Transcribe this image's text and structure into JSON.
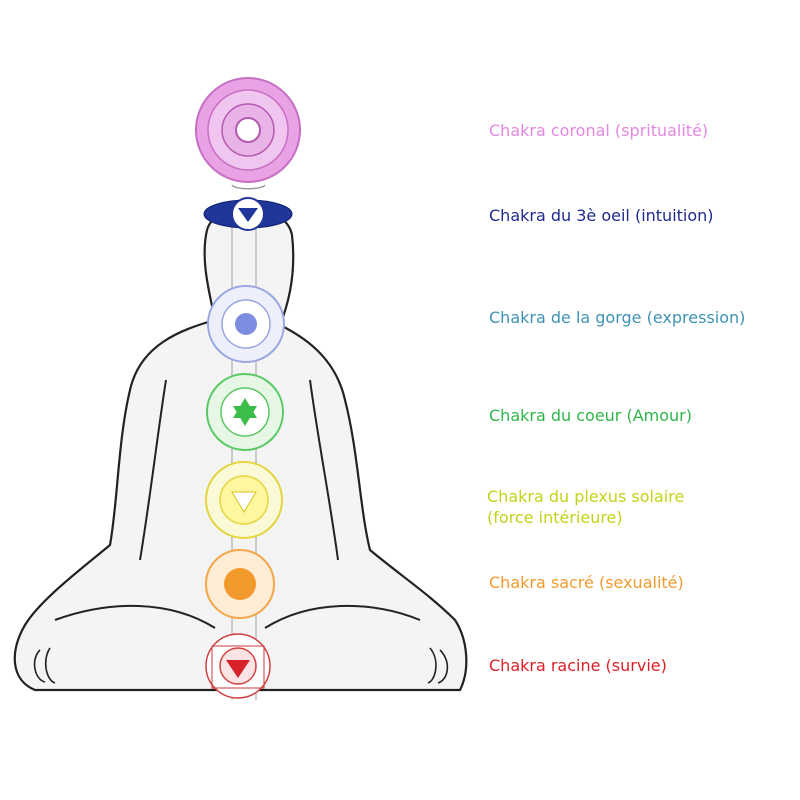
{
  "chakras": [
    {
      "label": "Chakra coronal (spritualité)",
      "color": "#e487e0"
    },
    {
      "label": "Chakra du 3è oeil (intuition)",
      "color": "#1f2a8c"
    },
    {
      "label": "Chakra de la gorge (expression)",
      "color": "#3f93b6"
    },
    {
      "label": "Chakra du coeur (Amour)",
      "color": "#2fb54a"
    },
    {
      "label_lines": [
        "Chakra du plexus solaire",
        "(force intérieure)"
      ],
      "color": "#c4d21a"
    },
    {
      "label": "Chakra sacré (sexualité)",
      "color": "#f09a2e"
    },
    {
      "label": "Chakra racine (survie)",
      "color": "#dd1f25"
    }
  ]
}
